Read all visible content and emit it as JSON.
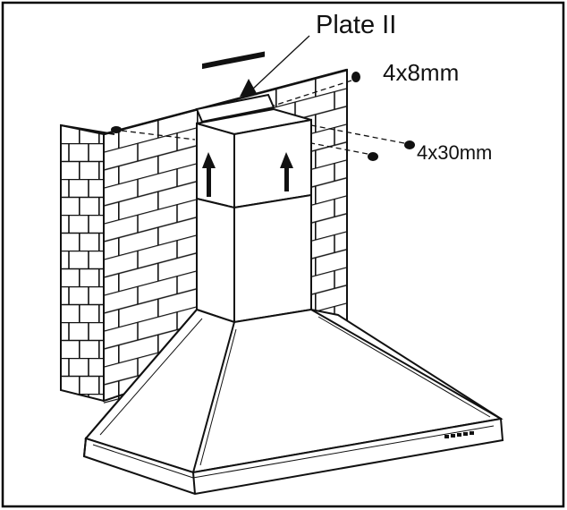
{
  "labels": {
    "plate": "Plate II",
    "screw_small": "4x8mm",
    "screw_large": "4x30mm"
  },
  "colors": {
    "line": "#111111",
    "background": "#ffffff",
    "border": "#000000"
  }
}
